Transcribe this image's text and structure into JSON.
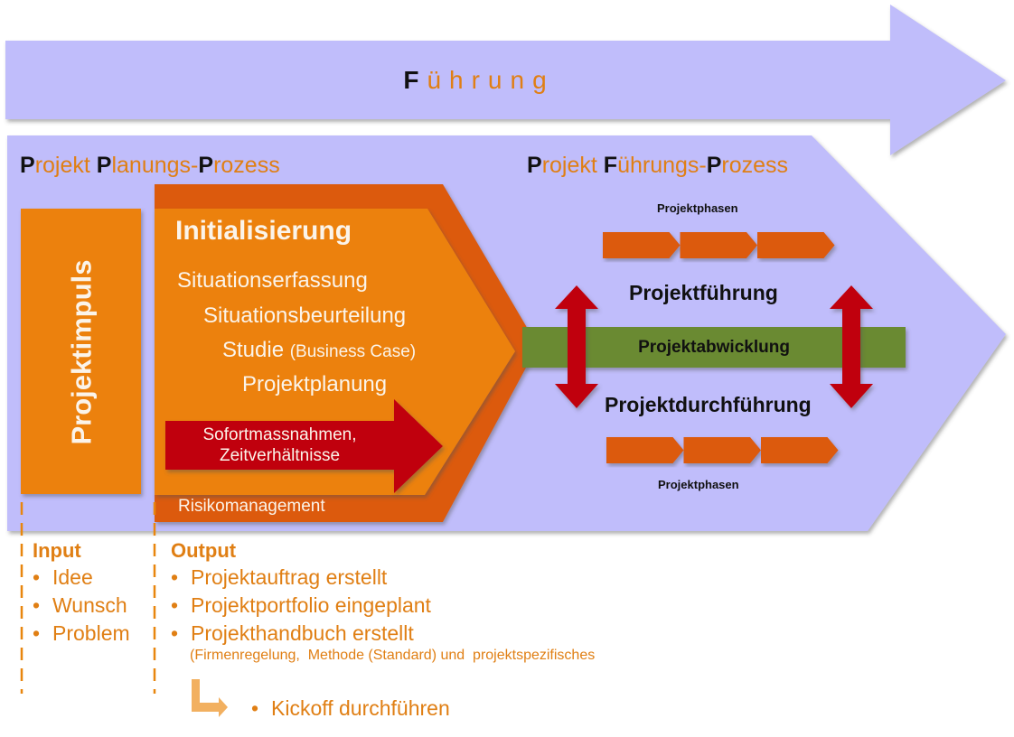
{
  "colors": {
    "lavender": "#c0bdfb",
    "orange_light": "#ec8108",
    "orange_dark": "#dc5a10",
    "red": "#c00010",
    "green": "#6b8a33",
    "text_orange": "#e07f14",
    "arrow_pale_orange": "#f2b060"
  },
  "fuehrung": {
    "cap": "F",
    "rest": "ührung"
  },
  "planungs_title": [
    {
      "cap": "P",
      "rest": "rojekt "
    },
    {
      "cap": "P",
      "rest": "lanungs-"
    },
    {
      "cap": "P",
      "rest": "rozess"
    }
  ],
  "fuehrungs_title": [
    {
      "cap": "P",
      "rest": "rojekt "
    },
    {
      "cap": "F",
      "rest": "ührungs-"
    },
    {
      "cap": "P",
      "rest": "rozess"
    }
  ],
  "projektimpuls": "Projektimpuls",
  "initialisierung": {
    "title": "Initialisierung",
    "steps": [
      {
        "text": "Situationserfassung",
        "note": ""
      },
      {
        "text": "Situationsbeurteilung",
        "note": ""
      },
      {
        "text": "Studie ",
        "note": "(Business Case)"
      },
      {
        "text": "Projektplanung",
        "note": ""
      }
    ],
    "red_arrow": {
      "line1": "Sofortmassnahmen,",
      "line2": "Zeitverhältnisse"
    },
    "risk": "Risikomanagement"
  },
  "execution": {
    "phases_top_label": "Projektphasen",
    "phases_bottom_label": "Projektphasen",
    "phase_count": 3,
    "fuehrung_label": "Projektführung",
    "abwicklung_label": "Projektabwicklung",
    "durchfuehrung_label": "Projektdurchführung"
  },
  "input": {
    "heading": "Input",
    "items": [
      "Idee",
      "Wunsch",
      "Problem"
    ]
  },
  "output": {
    "heading": "Output",
    "items": [
      "Projektauftrag erstellt",
      "Projektportfolio eingeplant",
      "Projekthandbuch erstellt"
    ],
    "note": "(Firmenregelung,  Methode (Standard) und  projektspezifisches",
    "followup": "Kickoff durchführen"
  },
  "bullet": "•"
}
